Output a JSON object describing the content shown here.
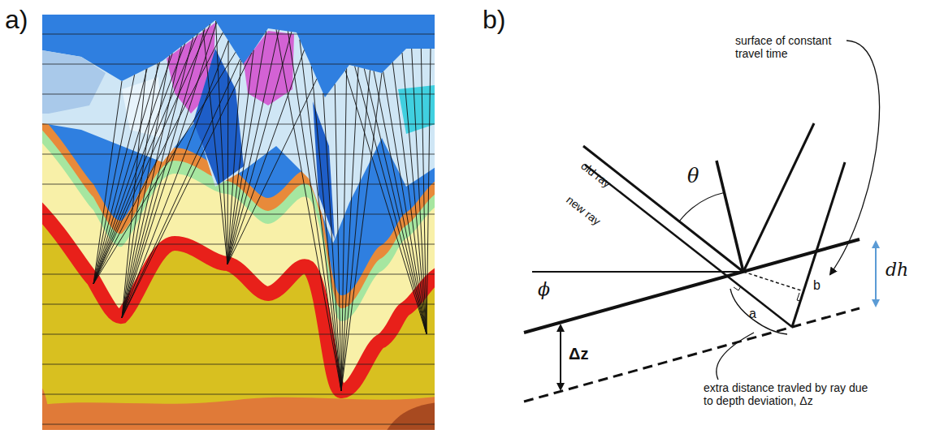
{
  "diagram": {
    "labels": [
      "a)",
      "b)",
      "surface of constant travel time",
      "old ray",
      "new ray",
      "θ",
      "ϕ",
      "Δz",
      "a",
      "b",
      "dh",
      "extra distance travled by ray due to depth deviation, Δz"
    ]
  }
}
